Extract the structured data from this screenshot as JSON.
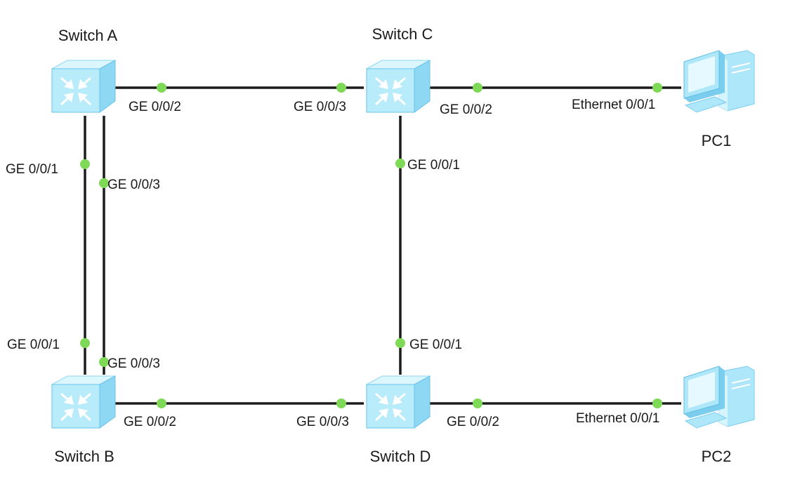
{
  "colors": {
    "link": "#1c1c1c",
    "port_dot": "#7ed957",
    "switch_front": "#b9ecfb",
    "switch_side": "#8fd8f3",
    "switch_top": "#d8f5fd",
    "switch_edge": "#67c3ea",
    "pc_body": "#aee6fa",
    "pc_dark": "#7bcdee"
  },
  "devices": {
    "switch_a": {
      "label": "Switch A",
      "icon": "switch-icon"
    },
    "switch_b": {
      "label": "Switch B",
      "icon": "switch-icon"
    },
    "switch_c": {
      "label": "Switch C",
      "icon": "switch-icon"
    },
    "switch_d": {
      "label": "Switch D",
      "icon": "switch-icon"
    },
    "pc1": {
      "label": "PC1",
      "icon": "pc-icon"
    },
    "pc2": {
      "label": "PC2",
      "icon": "pc-icon"
    }
  },
  "links": {
    "a_c": {
      "a_port": "GE 0/0/2",
      "c_port": "GE 0/0/3"
    },
    "c_pc1": {
      "c_port": "GE 0/0/2",
      "pc_port": "Ethernet 0/0/1"
    },
    "a_b_1": {
      "a_port": "GE 0/0/1",
      "b_port": "GE 0/0/1"
    },
    "a_b_2": {
      "a_port": "GE 0/0/3",
      "b_port": "GE 0/0/3"
    },
    "c_d": {
      "c_port": "GE 0/0/1",
      "d_port": "GE 0/0/1"
    },
    "b_d": {
      "b_port": "GE 0/0/2",
      "d_port": "GE 0/0/3"
    },
    "d_pc2": {
      "d_port": "GE 0/0/2",
      "pc_port": "Ethernet 0/0/1"
    }
  }
}
